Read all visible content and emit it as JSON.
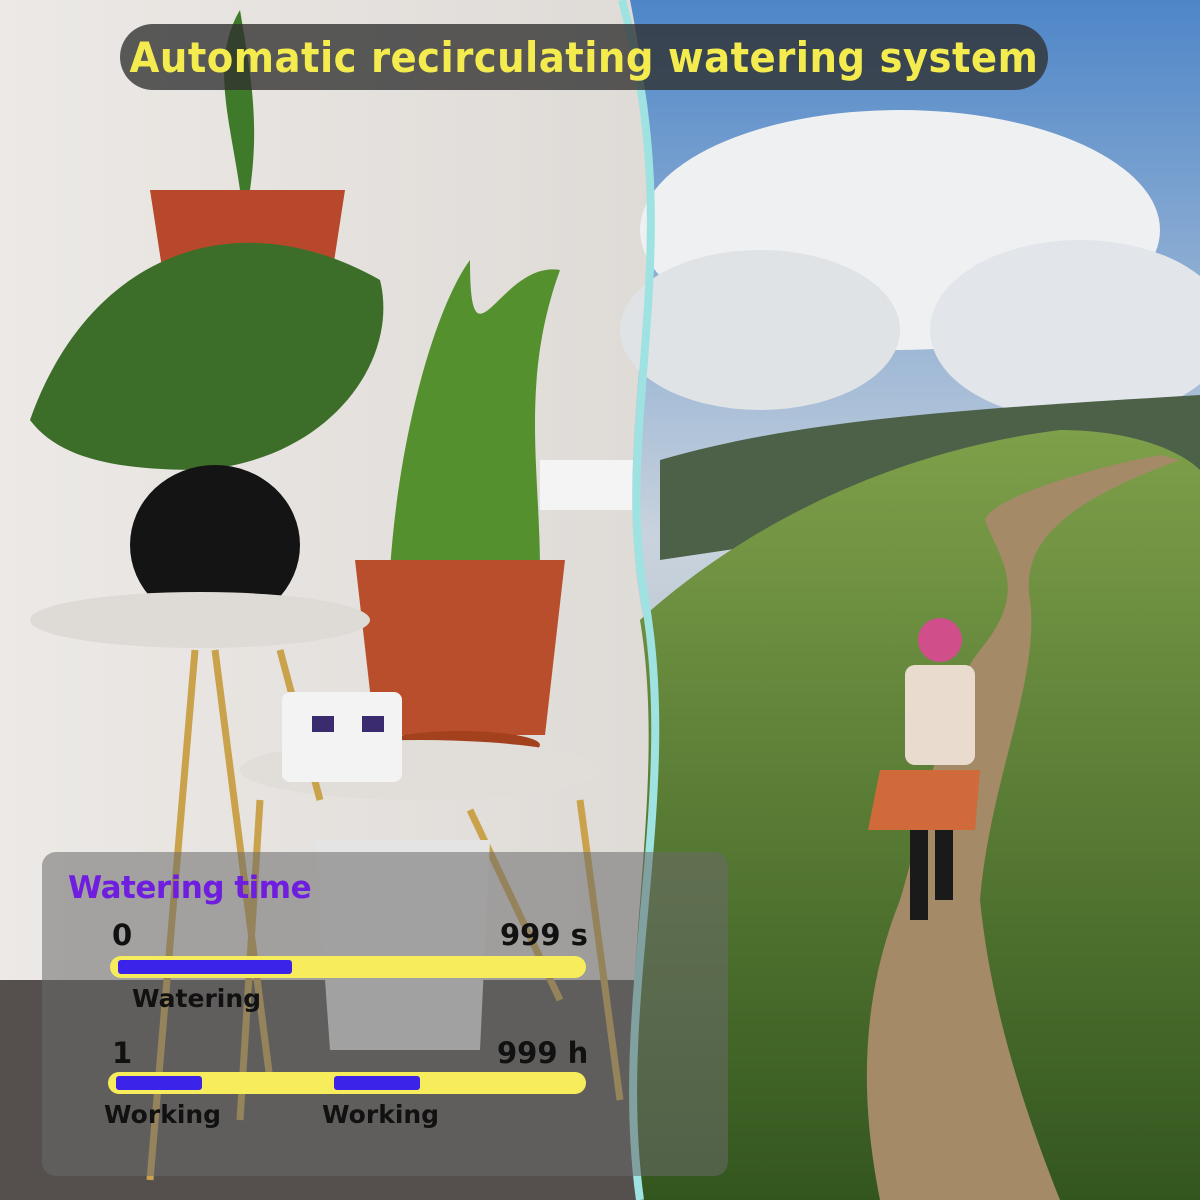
{
  "title": "Automatic recirculating watering system",
  "panel": {
    "title": "Watering time",
    "watering_bar": {
      "min_label": "0",
      "max_label": "999 s",
      "segment_label": "Watering"
    },
    "working_bar": {
      "min_label": "1",
      "max_label": "999 h",
      "segment_labels": [
        "Working",
        "Working"
      ]
    }
  },
  "colors": {
    "title_text": "#f4ec4e",
    "panel_title": "#6f1ee0",
    "bar_track": "#f6ec5c",
    "bar_fill": "#3b23ea"
  }
}
